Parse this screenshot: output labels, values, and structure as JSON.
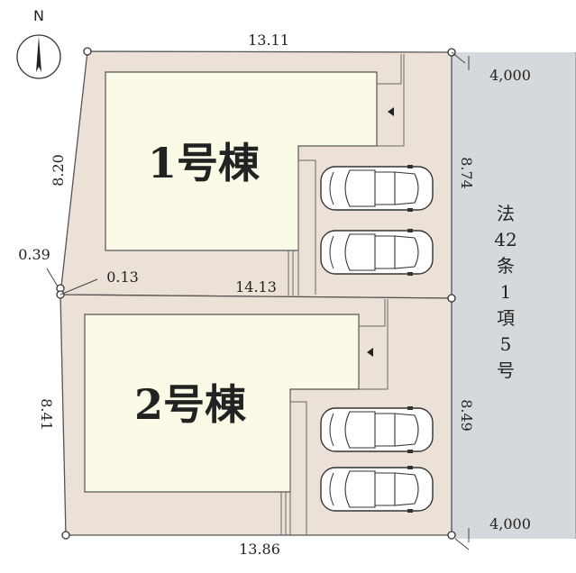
{
  "compass": {
    "label": "N",
    "icon": "north-arrow-icon"
  },
  "lots": [
    {
      "name": "1号棟"
    },
    {
      "name": "2号棟"
    }
  ],
  "dimensions": {
    "top": "13.11",
    "bottom": "13.86",
    "left_upper": "8.20",
    "left_lower": "8.41",
    "right_upper": "8.74",
    "right_lower": "8.49",
    "corner_a": "0.39",
    "corner_b": "0.13",
    "divider": "14.13"
  },
  "road": {
    "width_top": "4,000",
    "width_bottom": "4,000",
    "label": [
      "法",
      "42",
      "条",
      "1",
      "項",
      "5",
      "号"
    ]
  },
  "colors": {
    "lot": "#ece1d6",
    "building": "#fbfae6",
    "road": "#d6d9dc",
    "outline": "#555555"
  }
}
